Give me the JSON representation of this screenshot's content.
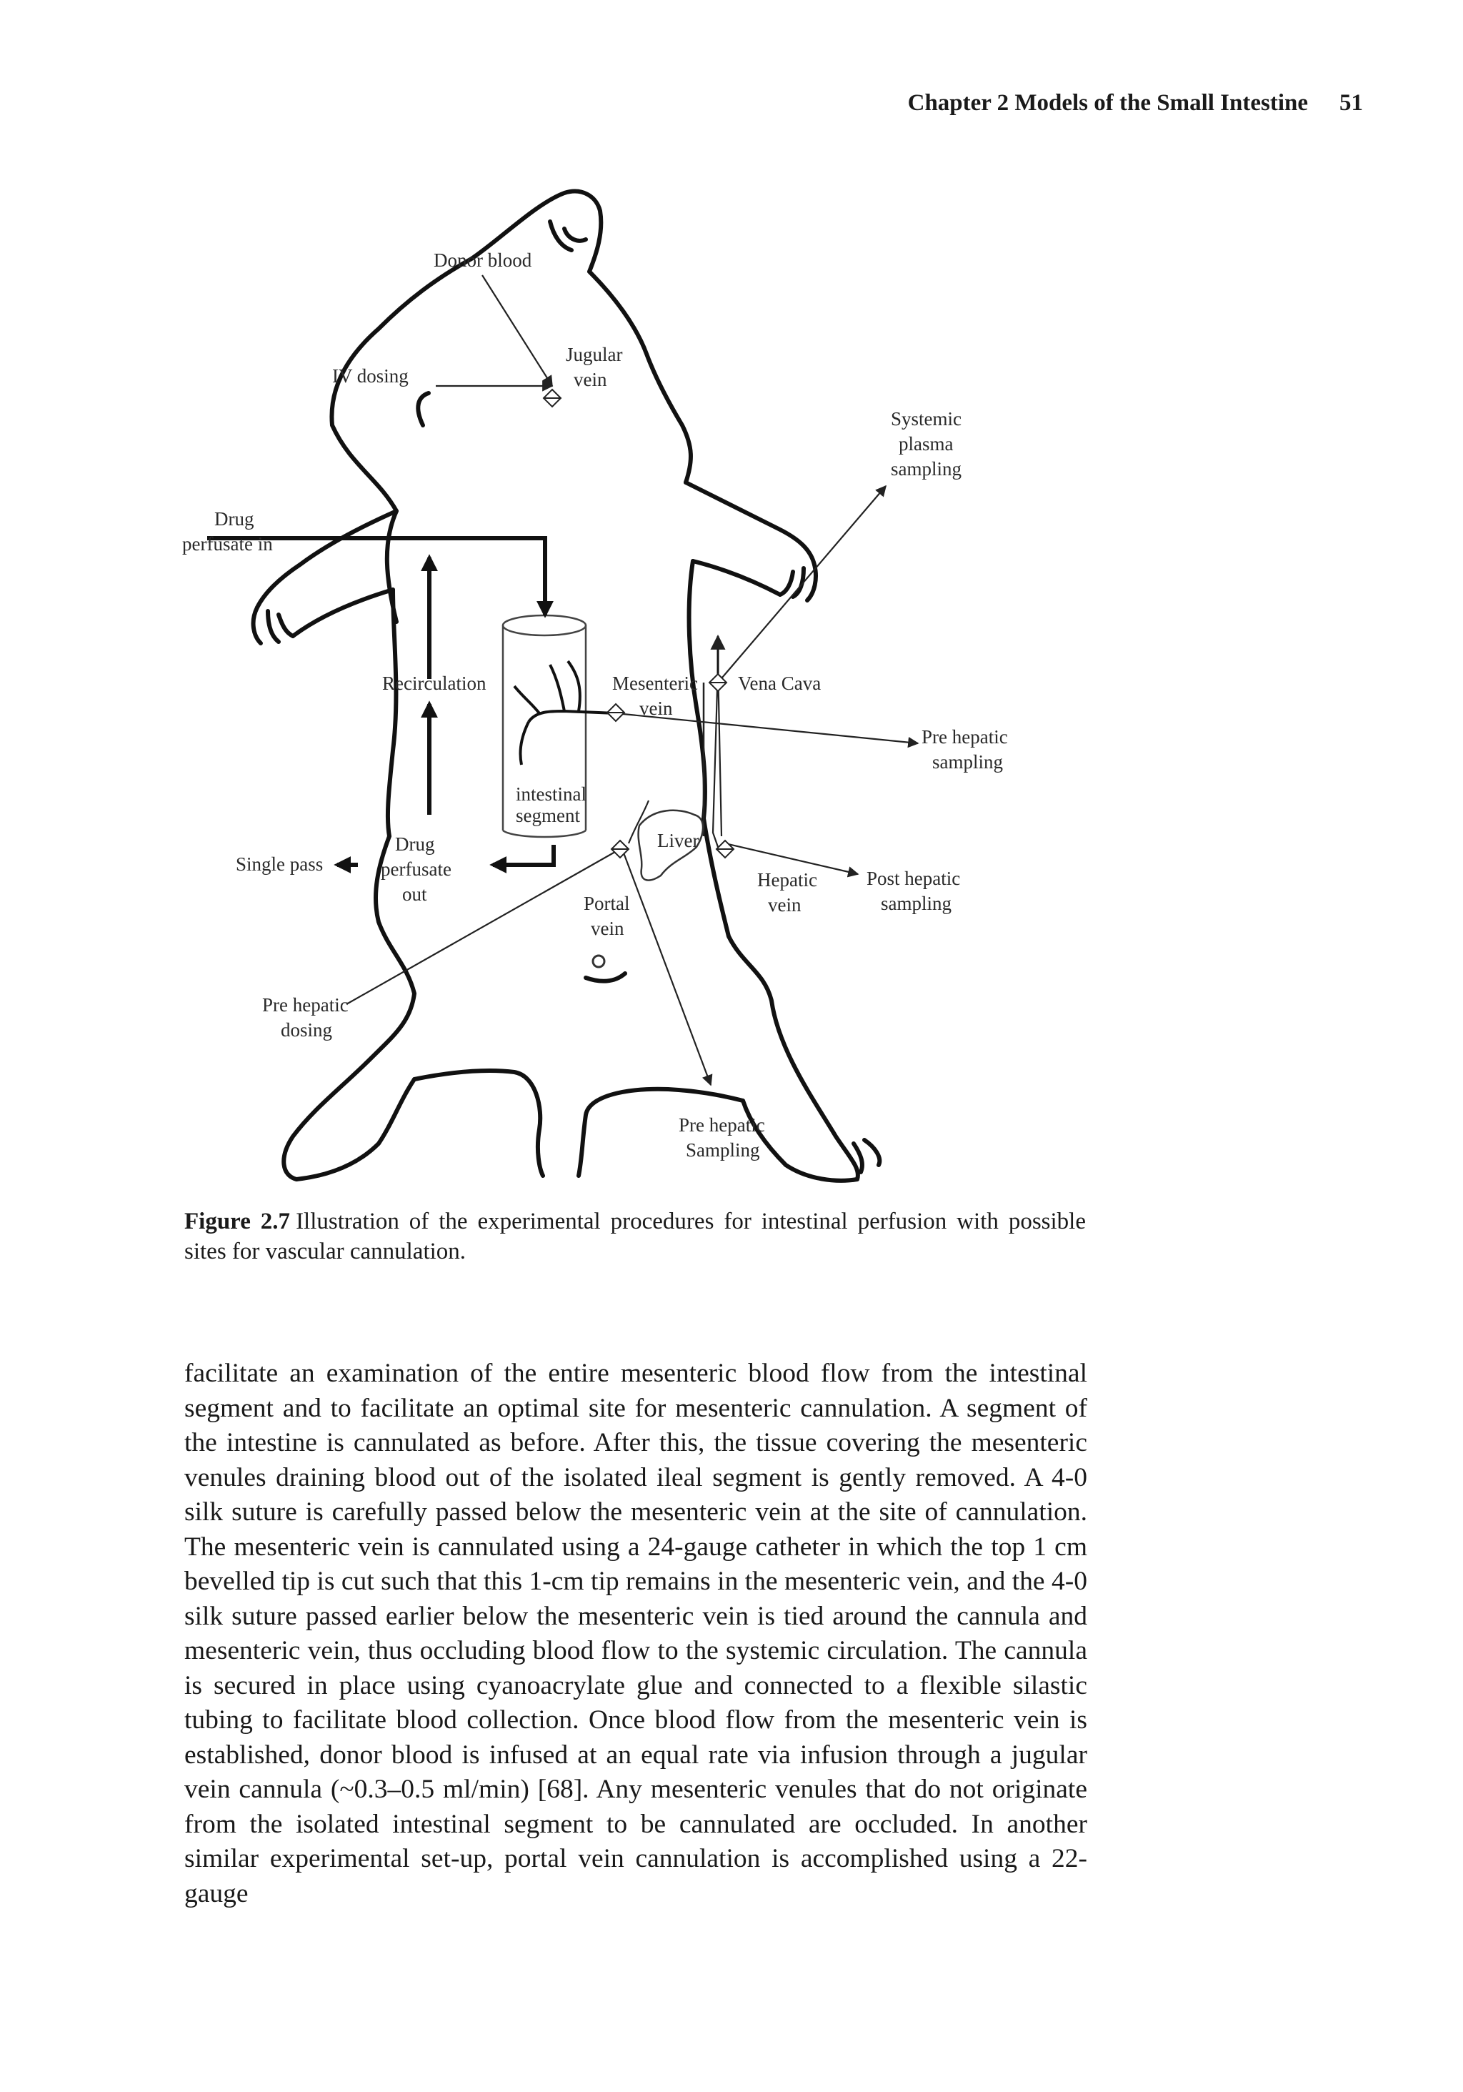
{
  "header": {
    "running_title": "Chapter 2  Models of the Small Intestine",
    "page_number": "51"
  },
  "figure": {
    "labels": {
      "donor_blood": "Donor blood",
      "iv_dosing": "IV dosing",
      "jugular_vein_1": "Jugular",
      "jugular_vein_2": "vein",
      "systemic_1": "Systemic",
      "systemic_2": "plasma",
      "systemic_3": "sampling",
      "drug_in_1": "Drug",
      "drug_in_2": "perfusate in",
      "recirculation": "Recirculation",
      "mesenteric_1": "Mesenteric",
      "mesenteric_2": "vein",
      "vena_cava": "Vena Cava",
      "pre_hepatic_sampling_1": "Pre hepatic",
      "pre_hepatic_sampling_2": "sampling",
      "intestinal_1": "intestinal",
      "intestinal_2": "segment",
      "single_pass": "Single pass",
      "drug_out_1": "Drug",
      "drug_out_2": "perfusate",
      "drug_out_3": "out",
      "liver": "Liver",
      "portal_1": "Portal",
      "portal_2": "vein",
      "hepatic_1": "Hepatic",
      "hepatic_2": "vein",
      "post_hepatic_1": "Post hepatic",
      "post_hepatic_2": "sampling",
      "pre_hepatic_dosing_1": "Pre hepatic",
      "pre_hepatic_dosing_2": "dosing",
      "pre_hepatic_lower_1": "Pre hepatic",
      "pre_hepatic_lower_2": "Sampling"
    }
  },
  "caption": {
    "label": "Figure 2.7",
    "text": "Illustration of the experimental procedures for intestinal perfusion with possible sites for vascular cannulation."
  },
  "body": {
    "paragraph": "facilitate an examination of the entire mesenteric blood flow from the intestinal segment and to facilitate an optimal site for mesenteric cannulation. A segment of the intestine is cannulated as before. After this, the tissue covering the mesenteric venules draining blood out of the isolated ileal segment is gently removed. A 4-0 silk suture is carefully passed below the mesenteric vein at the site of cannulation. The mesenteric vein is cannulated using a 24-gauge catheter in which the top 1 cm bevelled tip is cut such that this 1-cm tip remains in the mesenteric vein, and the 4-0 silk suture passed earlier below the mesenteric vein is tied around the cannula and mesenteric vein, thus occluding blood flow to the systemic circulation. The cannula is secured in place using cyanoacrylate glue and connected to a flexible silastic tubing to facilitate blood collection. Once blood flow from the mesenteric vein is established, donor blood is infused at an equal rate via infusion through a jugular vein cannula (~0.3–0.5 ml/min) [68]. Any mesenteric venules that do not originate from the isolated intestinal segment to be cannulated are occluded. In another similar experimental set-up, portal vein cannulation is accomplished using a 22-gauge"
  }
}
